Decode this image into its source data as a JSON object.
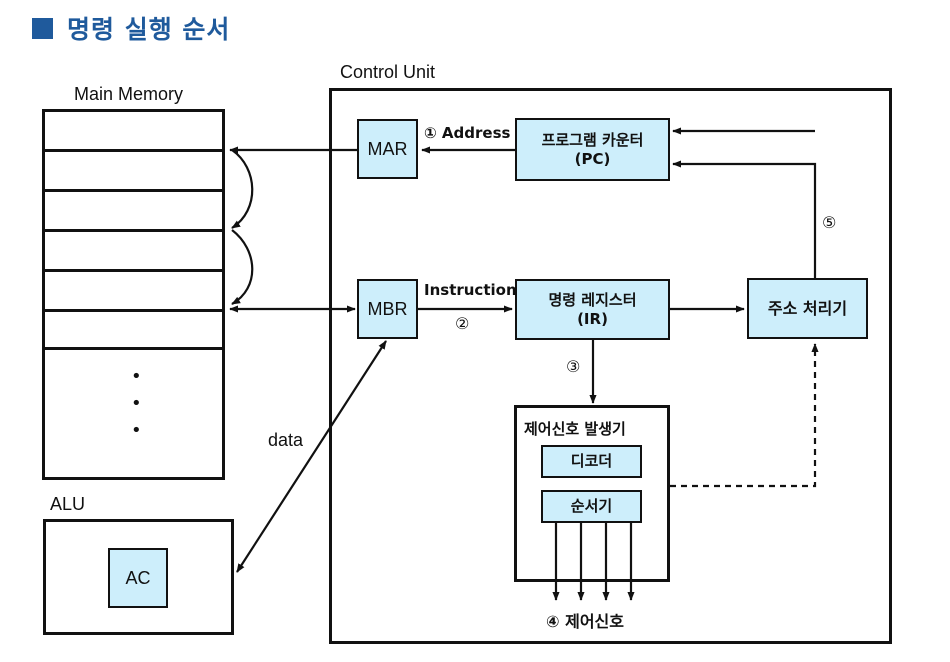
{
  "title": "명령 실행 순서",
  "labels": {
    "main_memory": "Main Memory",
    "control_unit": "Control Unit",
    "alu": "ALU",
    "data": "data"
  },
  "boxes": {
    "mar": "MAR",
    "mbr": "MBR",
    "ac": "AC",
    "pc": [
      "프로그램 카운터",
      "(PC)"
    ],
    "ir": [
      "명령 레지스터",
      "(IR)"
    ],
    "addr_proc": "주소 처리기",
    "ctrl_gen": "제어신호 발생기",
    "decoder": "디코더",
    "sequencer": "순서기"
  },
  "edge_labels": {
    "step1": "① Address",
    "step2_a": "Instruction",
    "step2_b": "②",
    "step3": "③",
    "step4": "④ 제어신호",
    "step5": "⑤"
  },
  "memory_dots": "•"
}
